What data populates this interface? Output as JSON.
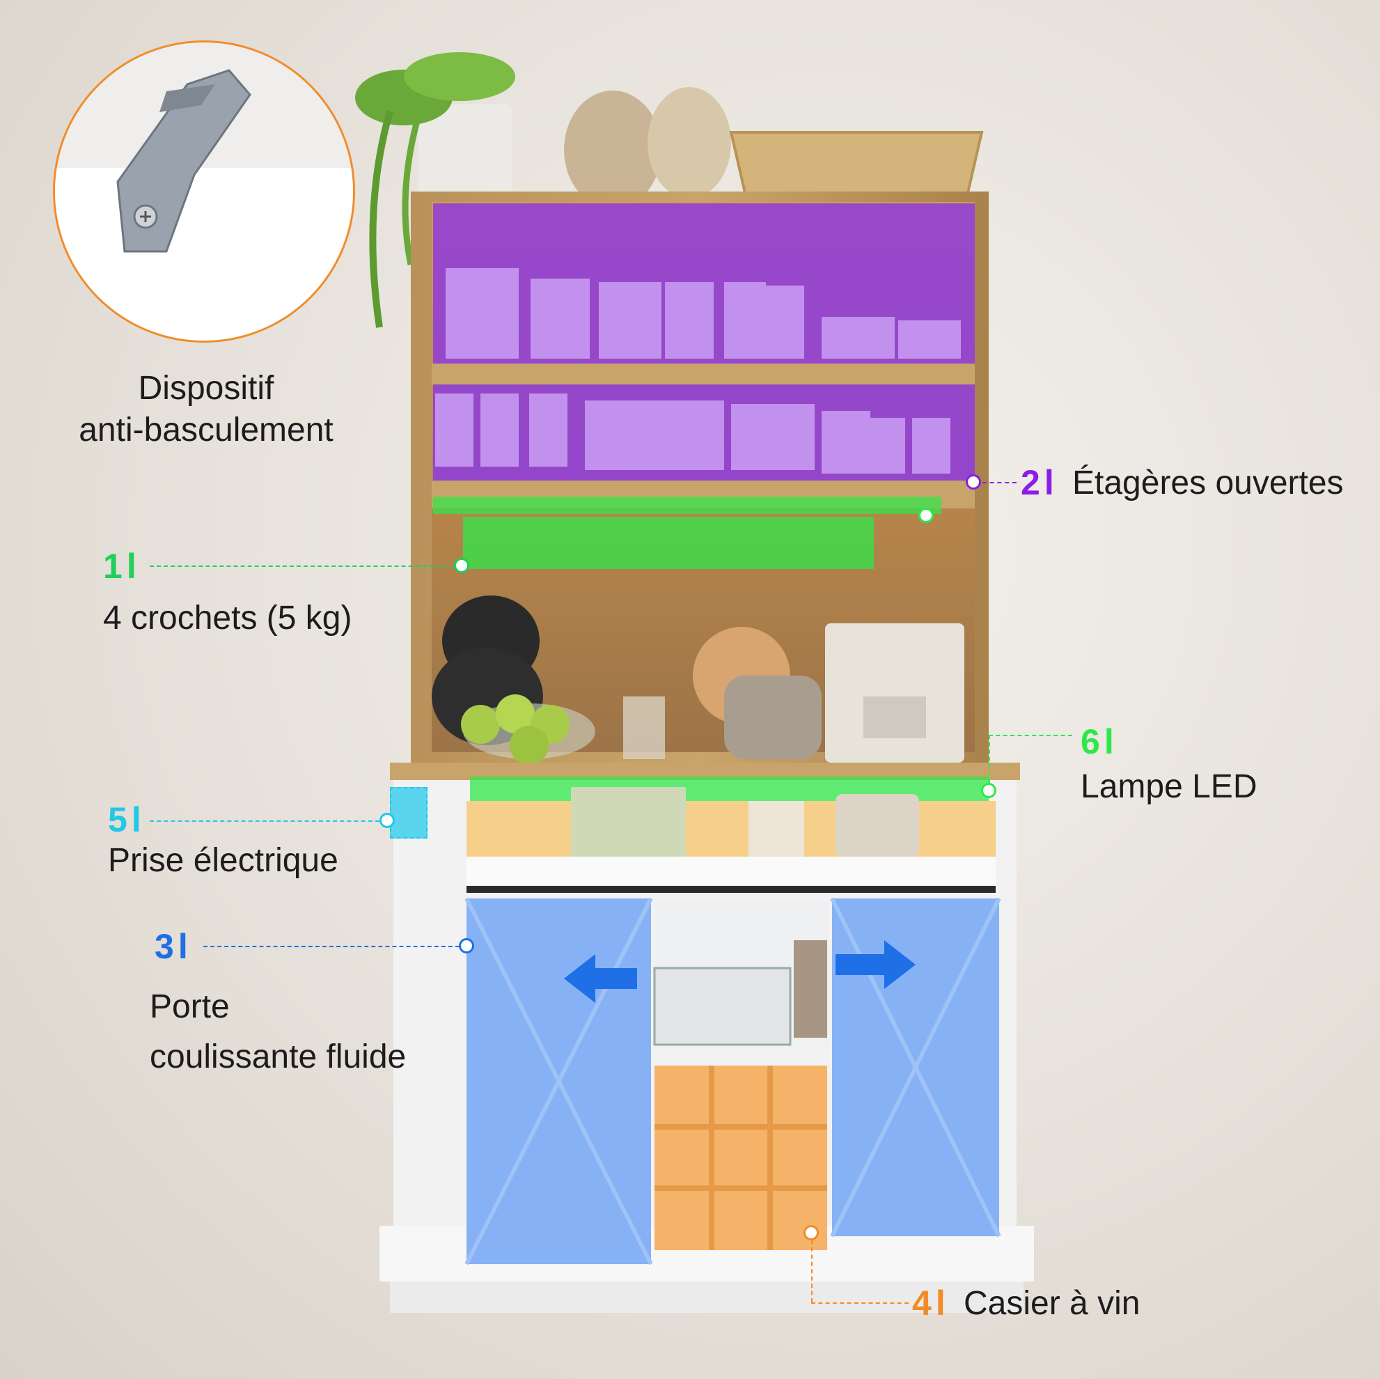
{
  "callouts": {
    "anti_tip": {
      "text_line1": "Dispositif",
      "text_line2": "anti-basculement",
      "color": "#f28c28"
    },
    "c1": {
      "number": "1",
      "sep": "l",
      "text": "4 crochets (5 kg)",
      "color": "#1fcf5a"
    },
    "c2": {
      "number": "2",
      "sep": "l",
      "text": "Étagères ouvertes",
      "color": "#8a1ee6"
    },
    "c3": {
      "number": "3",
      "sep": "l",
      "text_line1": "Porte",
      "text_line2": "coulissante fluide",
      "color": "#1f6fe6"
    },
    "c4": {
      "number": "4",
      "sep": "l",
      "text": "Casier à vin",
      "color": "#f28c28"
    },
    "c5": {
      "number": "5",
      "sep": "l",
      "text": "Prise électrique",
      "color": "#20c8e6"
    },
    "c6": {
      "number": "6",
      "sep": "l",
      "text": "Lampe LED",
      "color": "#2ee84a"
    }
  }
}
